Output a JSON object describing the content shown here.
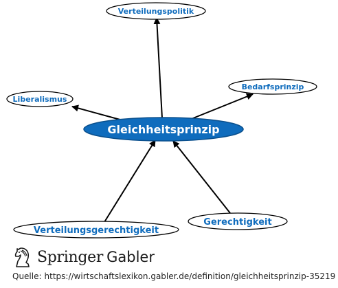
{
  "diagram": {
    "center": {
      "id": "center",
      "label": "Gleichheitsprinzip"
    },
    "nodes": [
      {
        "id": "verteilungspolitik",
        "label": "Verteilungspolitik"
      },
      {
        "id": "liberalismus",
        "label": "Liberalismus"
      },
      {
        "id": "bedarfsprinzip",
        "label": "Bedarfsprinzip"
      },
      {
        "id": "verteilungsgerechtigkeit",
        "label": "Verteilungsgerechtigkeit"
      },
      {
        "id": "gerechtigkeit",
        "label": "Gerechtigkeit"
      }
    ],
    "edges": [
      {
        "from": "center",
        "to": "verteilungspolitik"
      },
      {
        "from": "center",
        "to": "liberalismus"
      },
      {
        "from": "center",
        "to": "bedarfsprinzip"
      },
      {
        "from": "verteilungsgerechtigkeit",
        "to": "center"
      },
      {
        "from": "gerechtigkeit",
        "to": "center"
      }
    ],
    "colors": {
      "center_fill": "#0f6cbd",
      "center_text": "#ffffff",
      "node_text": "#0f6cbd",
      "node_stroke": "#000000",
      "edge": "#000000"
    }
  },
  "logo": {
    "brand": "Springer",
    "sub": "Gabler",
    "icon": "horse-chess-knight-icon"
  },
  "source": {
    "label": "Quelle:",
    "url": "https://wirtschaftslexikon.gabler.de/definition/gleichheitsprinzip-35219"
  }
}
